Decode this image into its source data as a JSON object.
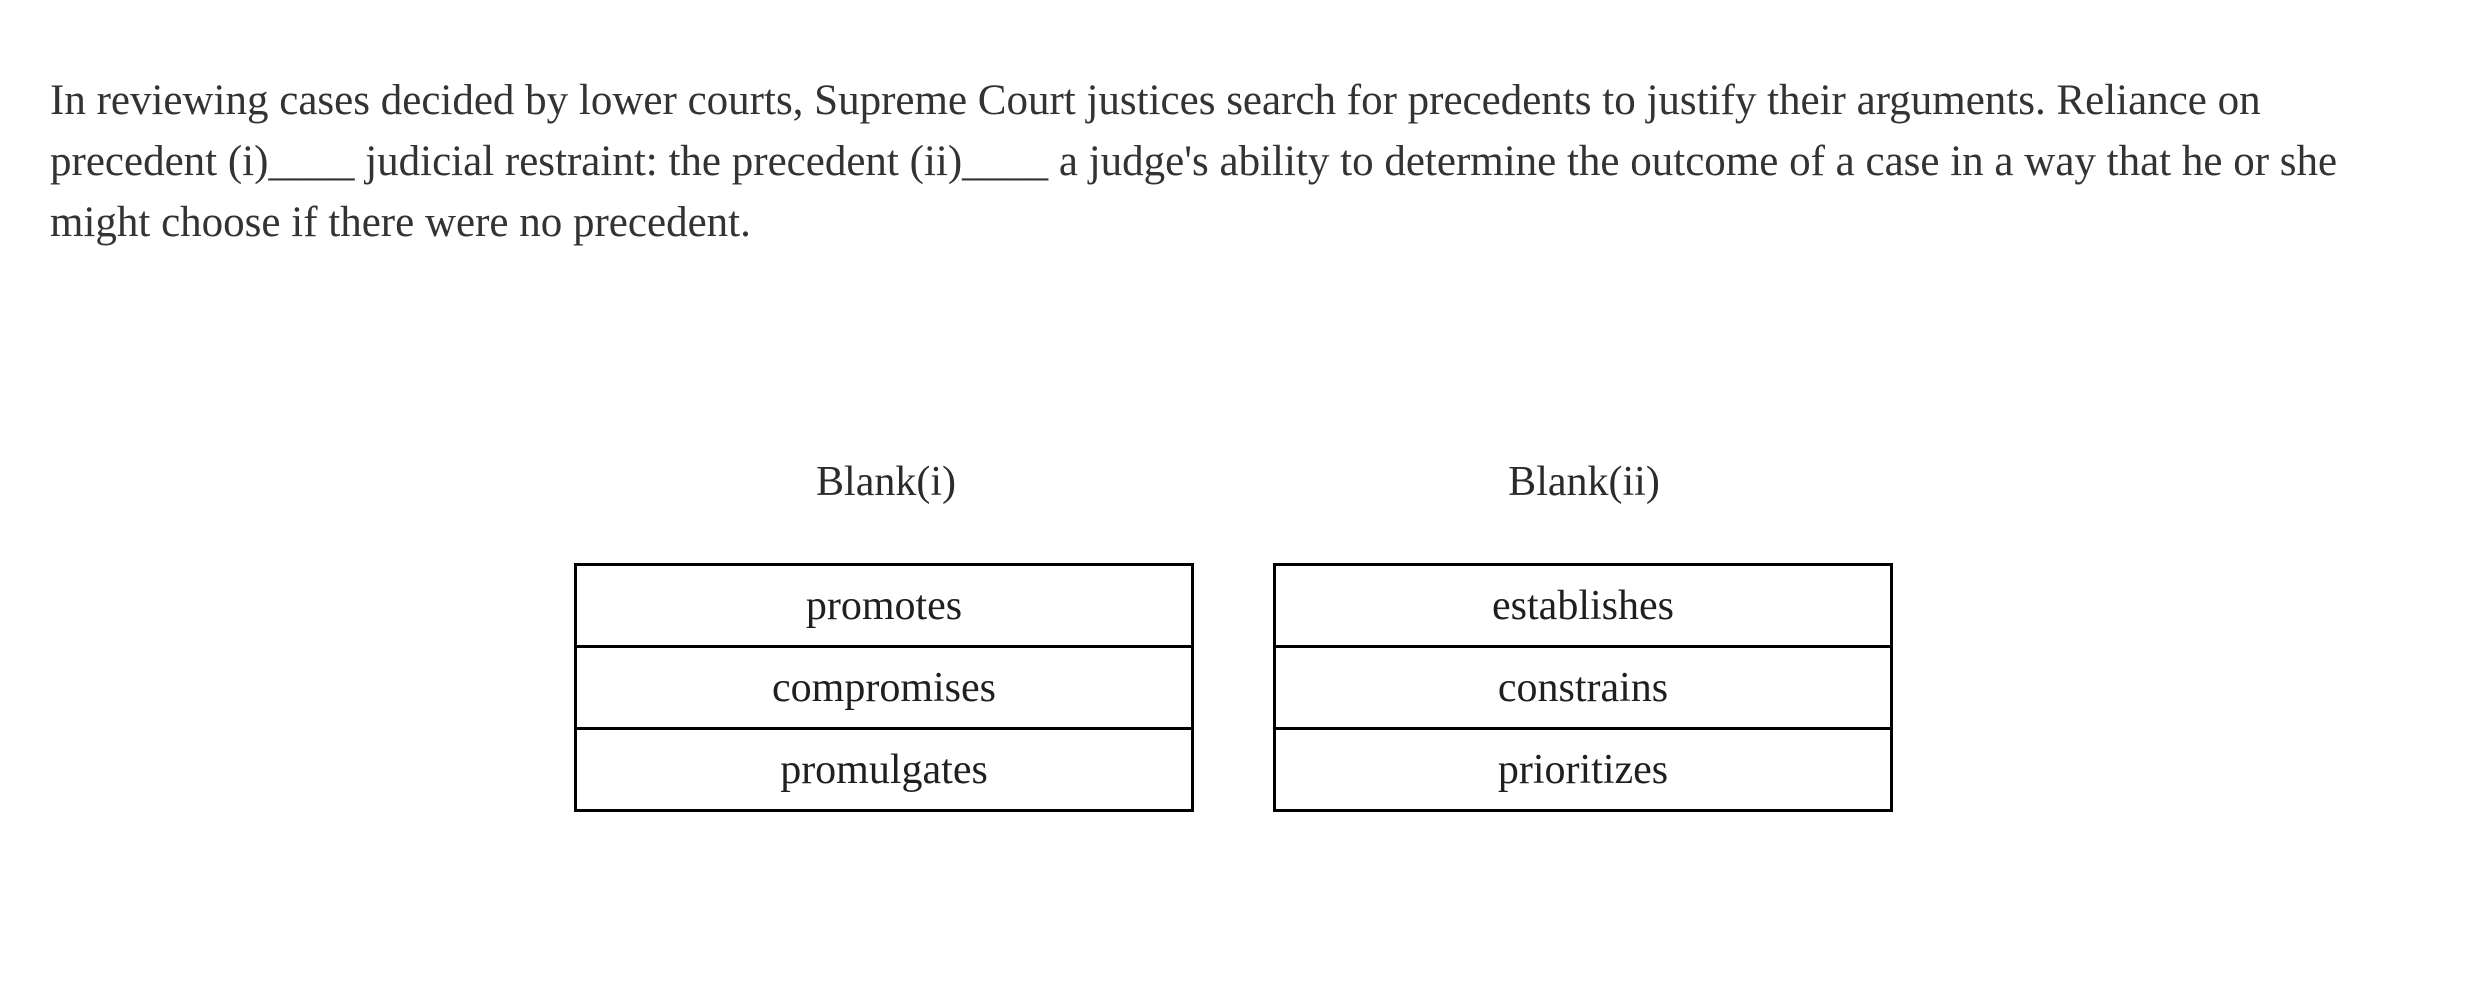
{
  "passage": {
    "lines": [
      "In reviewing cases decided by lower courts, Supreme Court justices search for precedents to justify their arguments. Reliance on",
      "precedent (i)____ judicial restraint: the precedent (ii)____ a judge's ability to determine the outcome of a case in a way that he or she",
      "might choose if there were no precedent."
    ]
  },
  "columns": [
    {
      "header": "Blank(i)",
      "options": [
        "promotes",
        "compromises",
        "promulgates"
      ]
    },
    {
      "header": "Blank(ii)",
      "options": [
        "establishes",
        "constrains",
        "prioritizes"
      ]
    }
  ],
  "colors": {
    "background": "#ffffff",
    "passage_text": "#333333",
    "option_text": "#1f1f1f",
    "table_border": "#000000"
  }
}
